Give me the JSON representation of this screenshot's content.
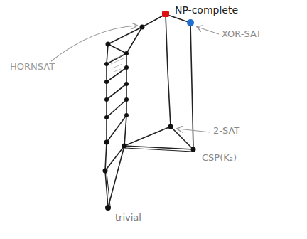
{
  "diagram": {
    "labels": [
      "NP-complete",
      "XOR-SAT",
      "HORNSAT",
      "2-SAT",
      "CSP(K₂)",
      "trivial"
    ]
  }
}
